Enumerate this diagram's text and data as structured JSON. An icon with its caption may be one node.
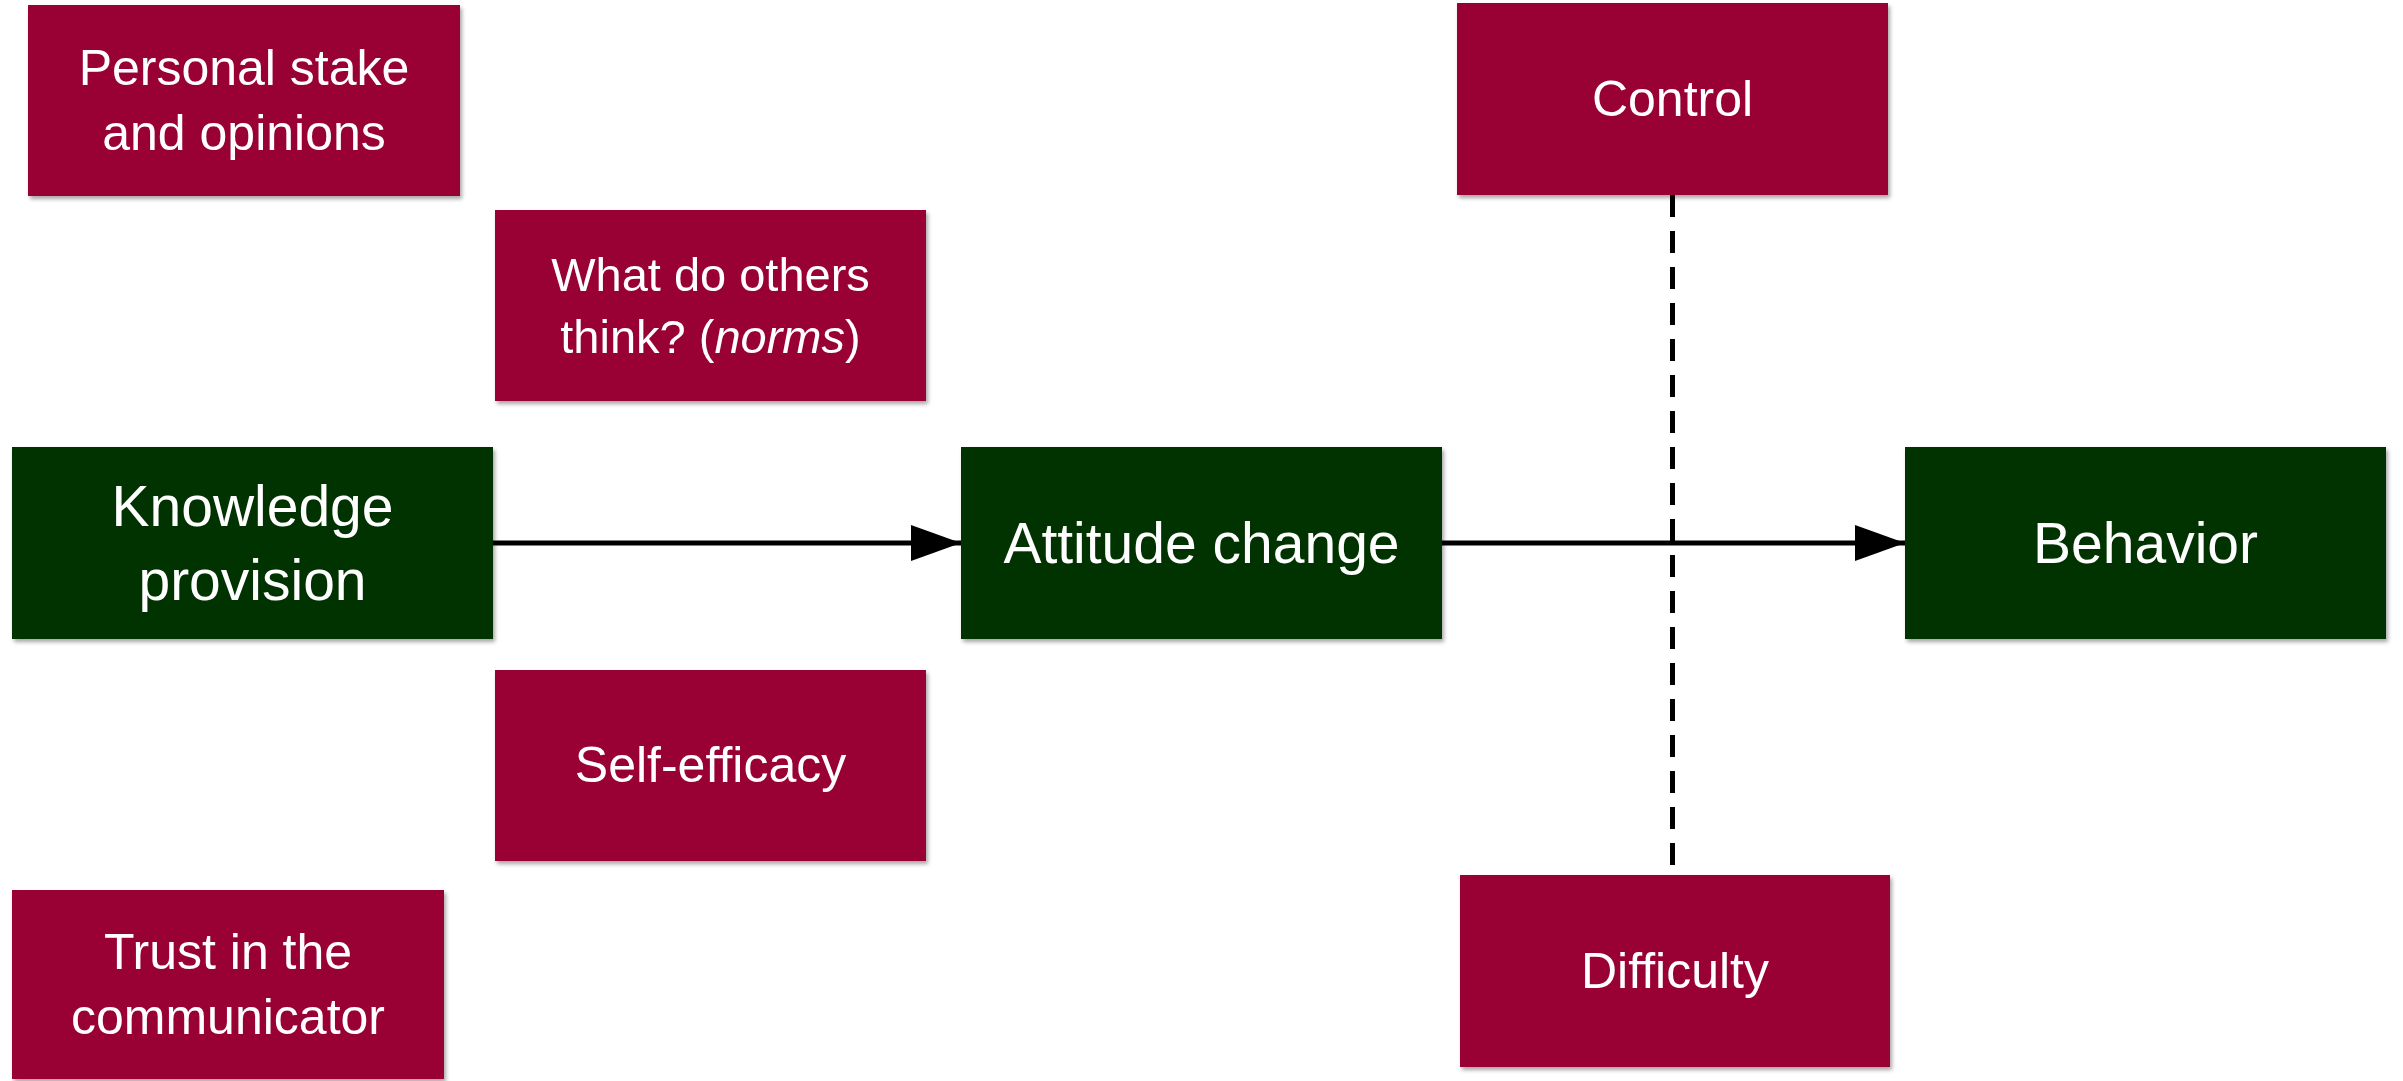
{
  "diagram": {
    "nodes": [
      {
        "text": [
          "Personal stake and opinions"
        ]
      },
      {
        "text": [
          "What do others think? (*norms*)"
        ]
      },
      {
        "text": [
          "Knowledge provision"
        ]
      },
      {
        "text": [
          "Attitude change"
        ]
      },
      {
        "text": [
          "Behavior"
        ]
      },
      {
        "text": [
          "Self-efficacy"
        ]
      },
      {
        "text": [
          "Trust in the communicator"
        ]
      },
      {
        "text": [
          "Control"
        ]
      },
      {
        "text": [
          "Difficulty"
        ]
      }
    ],
    "edges": [
      {
        "from": 2,
        "to": 3,
        "arrow": "to"
      },
      {
        "from": 3,
        "to": 4,
        "arrow": "to"
      },
      {
        "from": 7,
        "to": 8,
        "arrow": "none",
        "style": "dashed"
      }
    ]
  }
}
